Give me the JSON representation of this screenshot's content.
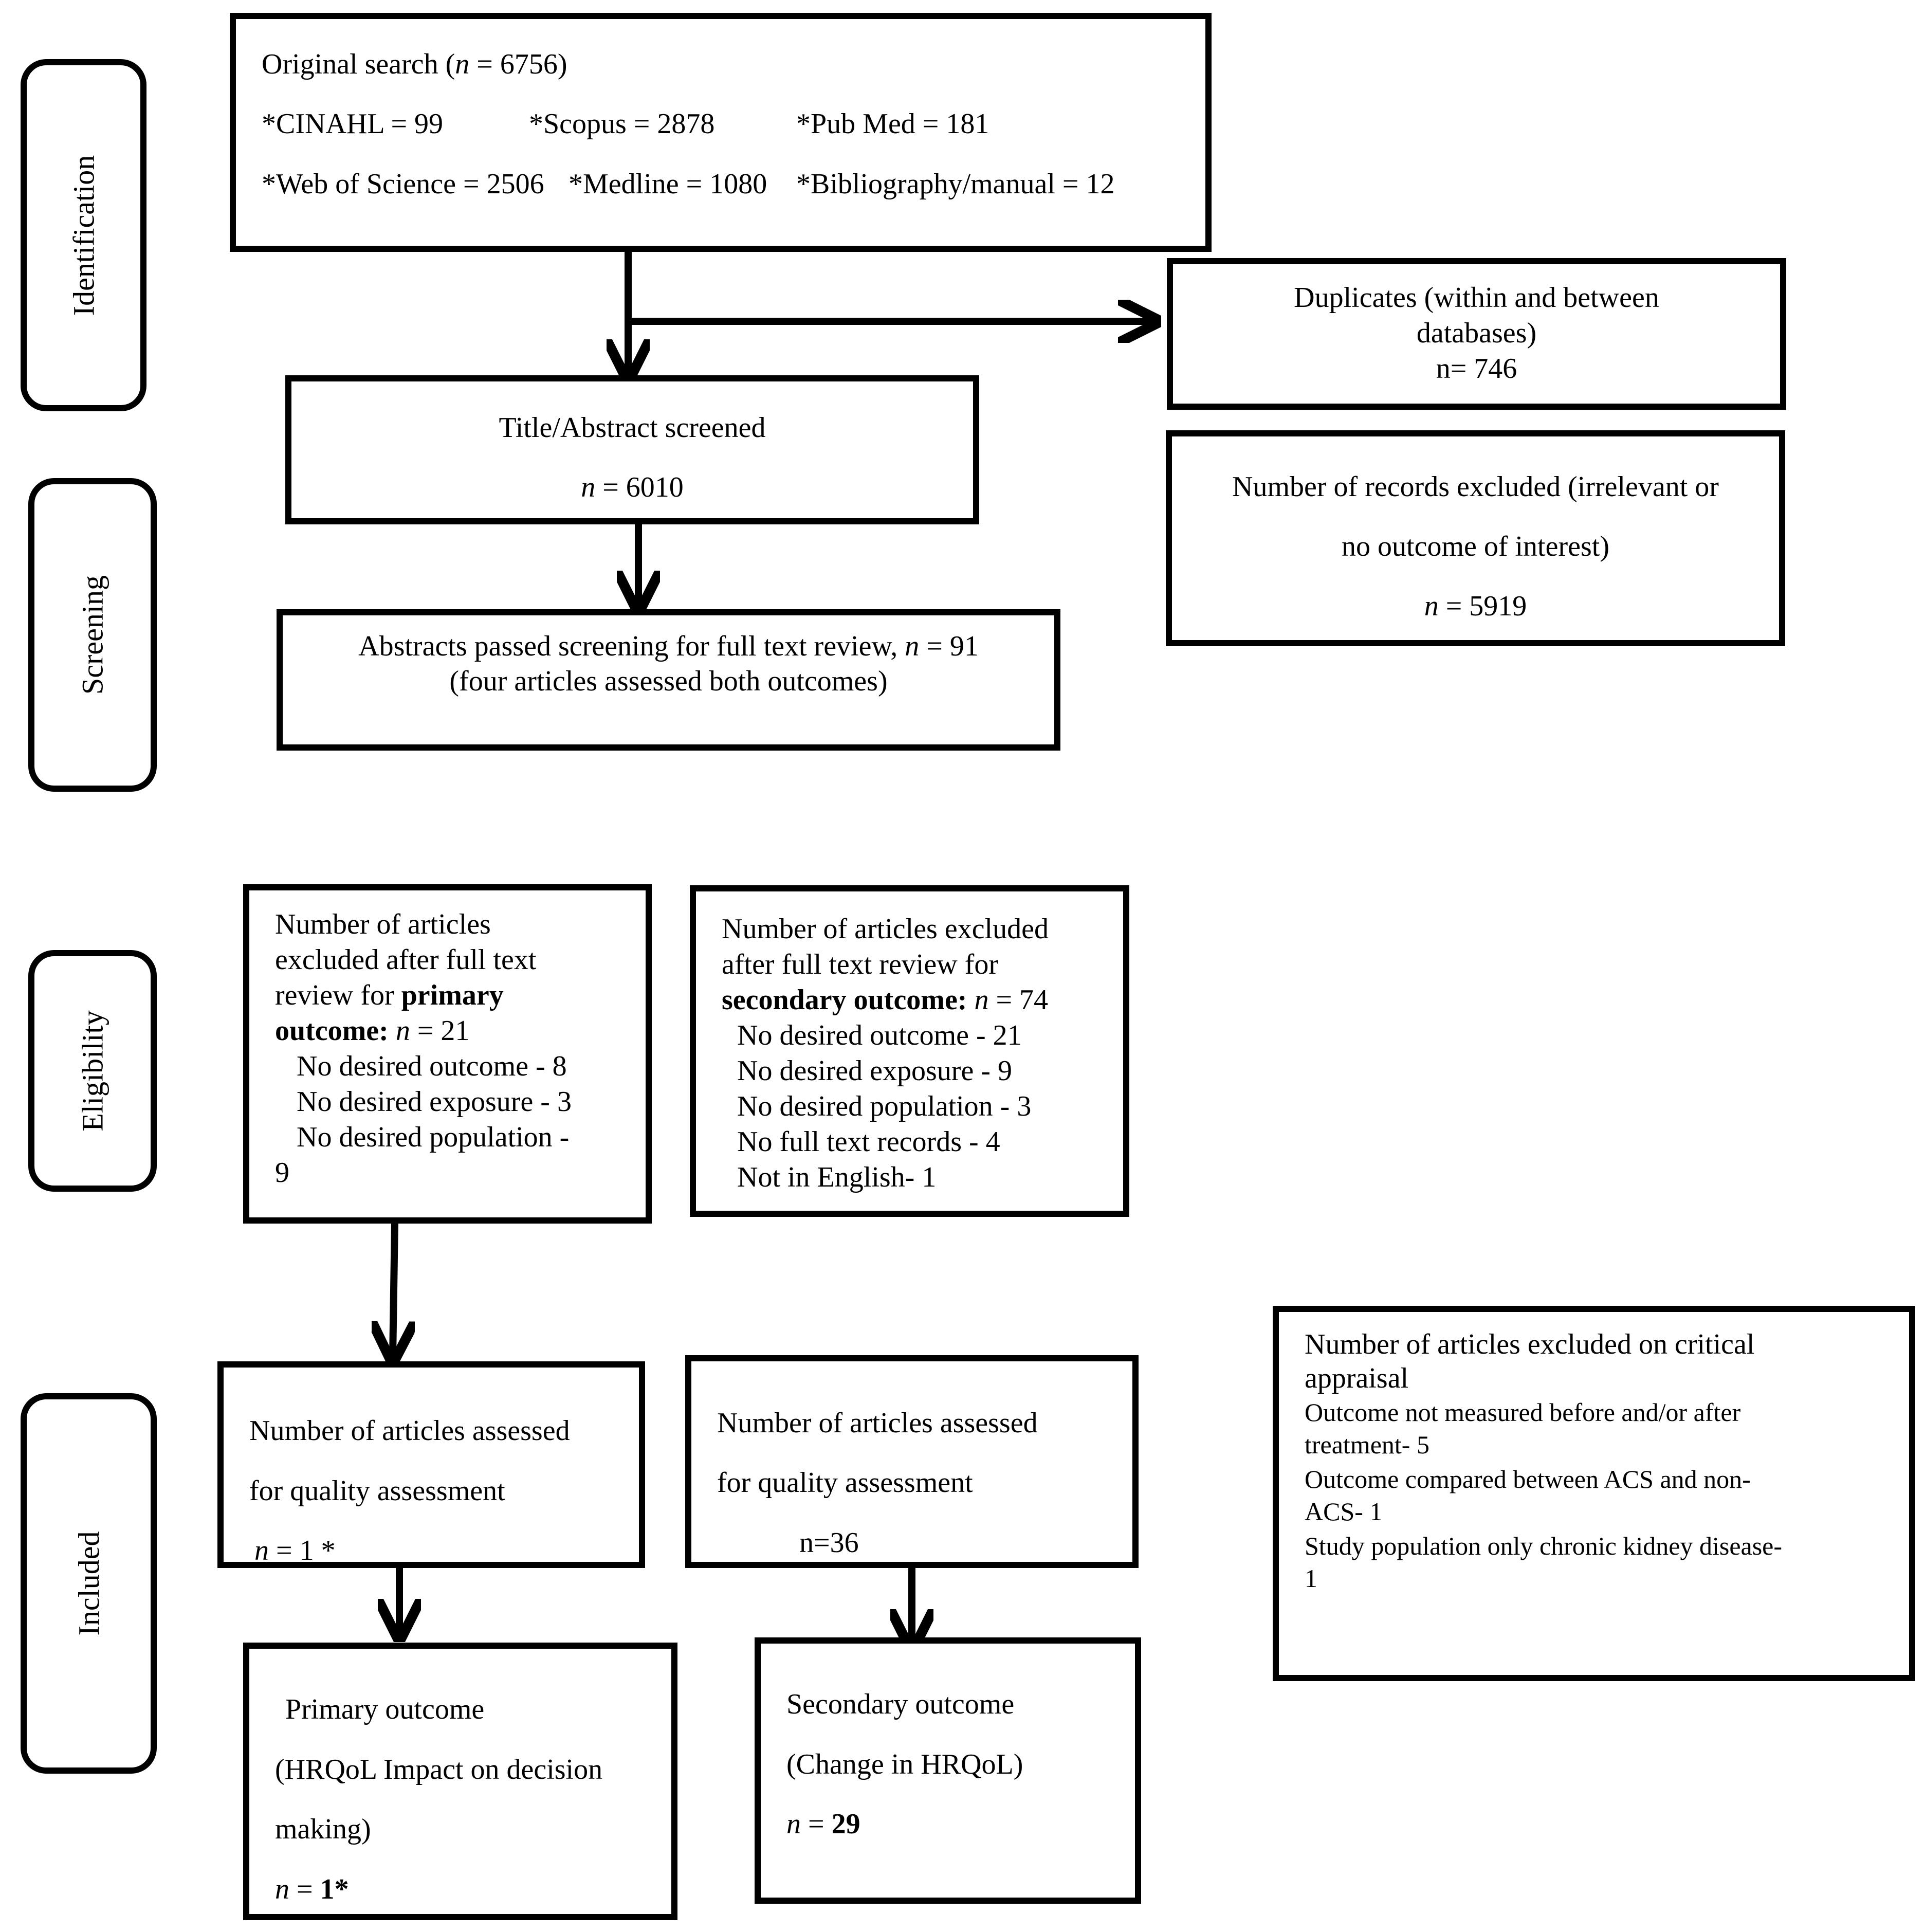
{
  "stages": {
    "identification": "Identification",
    "screening": "Screening",
    "eligibility": "Eligibility",
    "included": "Included"
  },
  "original_search": {
    "title_prefix": "Original search (",
    "n_var": "n",
    "title_suffix": " = 6756)",
    "cinahl": "*CINAHL = 99",
    "scopus": "*Scopus = 2878",
    "pubmed": "*Pub Med = 181",
    "wos": "*Web of Science = 2506",
    "medline": "*Medline = 1080",
    "bibliography": "*Bibliography/manual = 12"
  },
  "duplicates": {
    "line1": "Duplicates (within and between",
    "line2": "databases)",
    "line3": "n= 746"
  },
  "title_abstract": {
    "title": "Title/Abstract screened",
    "n_var": "n",
    "n_value": " = 6010"
  },
  "records_excluded": {
    "line1": "Number of records excluded (irrelevant or",
    "line2": "no outcome of interest)",
    "n_var": "n",
    "n_value": " = 5919"
  },
  "abstracts_passed": {
    "line1_prefix": "Abstracts passed screening for full text review, ",
    "n_var": "n",
    "n_value": " = 91",
    "line2": "(four articles assessed both outcomes)"
  },
  "excluded_primary": {
    "line1": "Number of articles",
    "line2": "excluded after full text",
    "line3": "review for ",
    "bold1": "primary",
    "bold2": "outcome:",
    "n_var": "n",
    "n_value": " = 21",
    "items": [
      "No desired outcome - 8",
      "No desired exposure - 3",
      "No desired population -"
    ],
    "wrap": "9"
  },
  "excluded_secondary": {
    "line1": "Number of articles excluded",
    "line2": "after full text review for",
    "bold": "secondary outcome:",
    "n_var": "n",
    "n_value": " = 74",
    "items": [
      "No desired outcome - 21",
      "No desired exposure - 9",
      "No desired population - 3",
      "No full text records - 4",
      "Not in English- 1"
    ]
  },
  "critical_appraisal": {
    "lines": [
      "Number of articles excluded on critical",
      "appraisal",
      "Outcome not measured before and/or after",
      "treatment- 5",
      "Outcome compared between ACS and non-",
      "ACS- 1",
      "Study population only chronic kidney disease-",
      "1"
    ]
  },
  "quality_primary": {
    "line1": "Number of articles assessed",
    "line2": "for quality assessment",
    "n_var": "n",
    "n_value": " = 1 *"
  },
  "quality_secondary": {
    "line1": "Number of articles assessed",
    "line2": "for quality assessment",
    "n_text": "n=36"
  },
  "primary_outcome": {
    "line1": "Primary outcome",
    "line2": "(HRQoL Impact on decision",
    "line3": "making)",
    "n_var": "n",
    "eq": " = ",
    "n_value": "1*"
  },
  "secondary_outcome": {
    "line1": "Secondary outcome",
    "line2": "(Change in HRQoL)",
    "n_var": "n",
    "eq": " = ",
    "n_value": "29"
  }
}
